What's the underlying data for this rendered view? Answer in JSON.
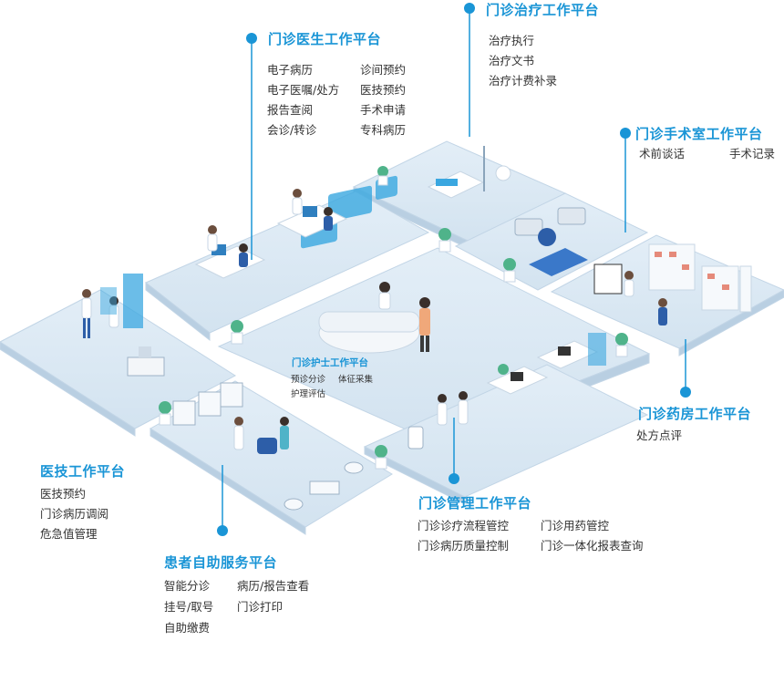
{
  "colors": {
    "accent": "#1a95d6",
    "floor": "#dbe8f3",
    "floor_edge": "#b8cde0",
    "text": "#333333"
  },
  "platforms": {
    "doctor": {
      "title": "门诊医生工作平台",
      "items": [
        "电子病历",
        "诊间预约",
        "电子医嘱/处方",
        "医技预约",
        "报告查阅",
        "手术申请",
        "会诊/转诊",
        "专科病历"
      ]
    },
    "treatment": {
      "title": "门诊治疗工作平台",
      "items": [
        "治疗执行",
        "治疗文书",
        "治疗计费补录"
      ]
    },
    "surgery": {
      "title": "门诊手术室工作平台",
      "items": [
        "术前谈话",
        "手术记录"
      ]
    },
    "nurse": {
      "title": "门诊护士工作平台",
      "items": [
        "预诊分诊",
        "体征采集",
        "护理评估"
      ]
    },
    "pharmacy": {
      "title": "门诊药房工作平台",
      "items": [
        "处方点评"
      ]
    },
    "medtech": {
      "title": "医技工作平台",
      "items": [
        "医技预约",
        "门诊病历调阅",
        "危急值管理"
      ]
    },
    "management": {
      "title": "门诊管理工作平台",
      "items": [
        "门诊诊疗流程管控",
        "门诊用药管控",
        "门诊病历质量控制",
        "门诊一体化报表查询"
      ]
    },
    "selfservice": {
      "title": "患者自助服务平台",
      "items": [
        "智能分诊",
        "病历/报告查看",
        "挂号/取号",
        "门诊打印",
        "自助缴费"
      ]
    }
  }
}
